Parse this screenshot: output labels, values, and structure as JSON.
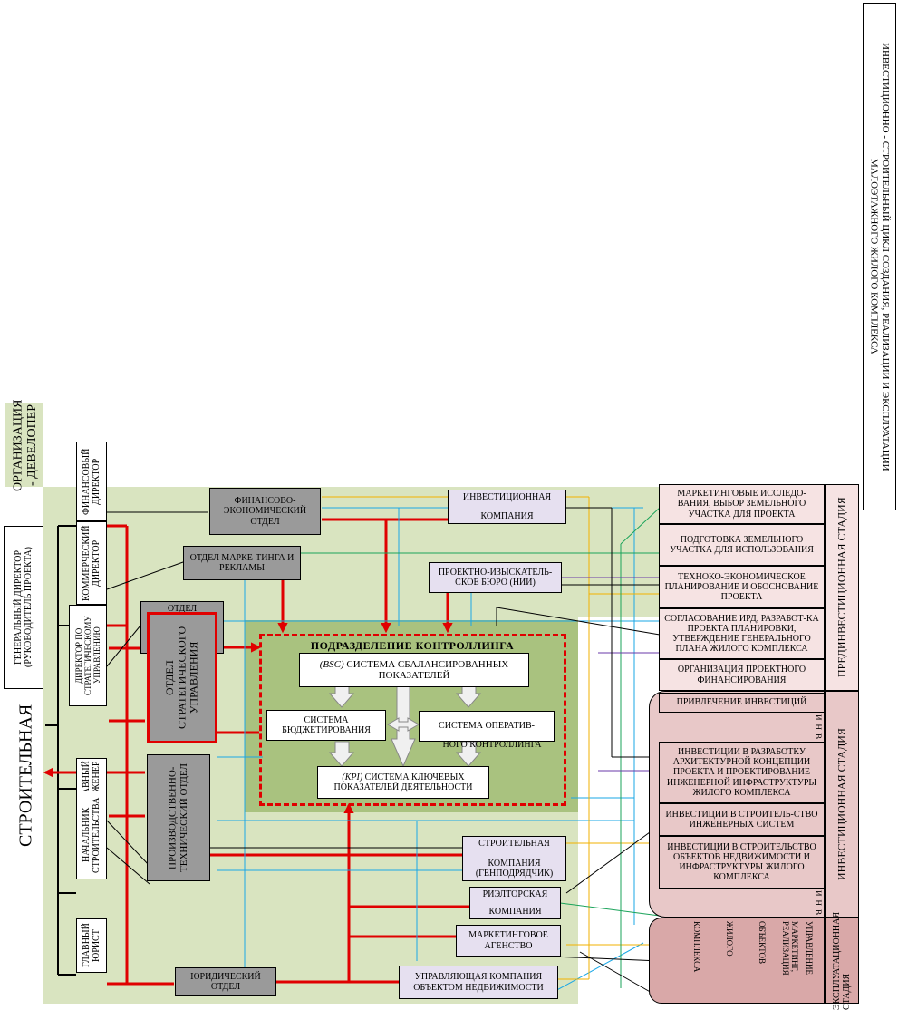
{
  "org": {
    "title": "ОРГАНИЗАЦИЯ - ДЕВЕЛОПЕР",
    "big_word": "СТРОИТЕЛЬНАЯ",
    "general_director": "ГЕНЕРАЛЬНЫЙ ДИРЕКТОР (РУКОВОДИТЕЛЬ ПРОЕКТА)",
    "financial_director": "ФИНАНСОВЫЙ ДИРЕКТОР",
    "commercial_director": "КОММЕРЧЕСКИЙ ДИРЕКТОР",
    "strategic_director": "ДИРЕКТОР ПО СТРАТЕГИЧЕСКОМУ УПРАВЛЕНИЮ",
    "chief_engineer": "ГЛАВНЫЙ ИНЖЕНЕР",
    "construction_head": "НАЧАЛЬНИК СТРОИТЕЛЬСТВА",
    "chief_lawyer": "ГЛАВНЫЙ ЮРИСТ"
  },
  "departments": {
    "fin_econ": "ФИНАНСОВО-ЭКОНОМИЧЕСКИЙ ОТДЕЛ",
    "marketing": "ОТДЕЛ МАРКЕ-ТИНГА И РЕКЛАМЫ",
    "dept_partial": "ОТДЕЛ",
    "strategic": "ОТДЕЛ СТРАТЕГИЧЕСКОГО УПРАВЛЕНИЯ",
    "production": "ПРОИЗВОДСТВЕННО-ТЕХНИЧЕСКИЙ ОТДЕЛ",
    "legal": "ЮРИДИЧЕСКИЙ ОТДЕЛ"
  },
  "controlling": {
    "title": "ПОДРАЗДЕЛЕНИЕ КОНТРОЛЛИНГА",
    "bsc_prefix": "(BSC)",
    "bsc": "СИСТЕМА СБАЛАНСИРОВАННЫХ ПОКАЗАТЕЛЕЙ",
    "budgeting": "СИСТЕМА БЮДЖЕТИРОВАНИЯ",
    "operative": "СИСТЕМА ОПЕРАТИВ-",
    "operative2": "НОГО КОНТРОЛЛИНГА",
    "kpi_prefix": "(KPI)",
    "kpi": "СИСТЕМА КЛЮЧЕВЫХ ПОКАЗАТЕЛЕЙ ДЕЯТЕЛЬНОСТИ"
  },
  "external": {
    "investment_company": "ИНВЕСТИЦИОННАЯ",
    "investment_company2": "КОМПАНИЯ",
    "design_bureau": "ПРОЕКТНО-ИЗЫСКАТЕЛЬ-СКОЕ БЮРО (НИИ)",
    "construction_company": "СТРОИТЕЛЬНАЯ",
    "construction_company2": "КОМПАНИЯ (ГЕНПОДРЯДЧИК)",
    "realtor": "РИЭЛТОРСКАЯ",
    "realtor2": "КОМПАНИЯ",
    "marketing_agency": "МАРКЕТИНГОВОЕ АГЕНСТВО",
    "management_company": "УПРАВЛЯЮЩАЯ КОМПАНИЯ ОБЪЕКТОМ НЕДВИЖИМОСТИ"
  },
  "stages": {
    "investment_project": "ИНВЕСТИЦИОННО - СТРОИТЕЛЬНЫЙ ЦИКЛ СОЗДАНИЯ, РЕАЛИЗАЦИИ И ЭКСПЛУАТАЦИИ МАЛОЭТАЖНОГО ЖИЛОГО КОМПЛЕКСА",
    "pre_investment": "ПРЕДИНВЕСТИЦИОННАЯ СТАДИЯ",
    "investment": "ИНВЕСТИЦИОННАЯ СТАДИЯ",
    "operational": "ЭКСПЛУАТАЦИОННАЯ СТАДИЯ",
    "pre_items": [
      "МАРКЕТИНГОВЫЕ ИССЛЕДО-ВАНИЯ, ВЫБОР ЗЕМЕЛЬНОГО УЧАСТКА ДЛЯ ПРОЕКТА",
      "ПОДГОТОВКА ЗЕМЕЛЬНОГО УЧАСТКА ДЛЯ ИСПОЛЬЗОВАНИЯ",
      "ТЕХНОКО-ЭКОНОМИЧЕСКОЕ ПЛАНИРОВАНИЕ И ОБОСНОВАНИЕ ПРОЕКТА",
      "СОГЛАСОВАНИЕ ИРД, РАЗРАБОТ-КА ПРОЕКТА ПЛАНИРОВКИ, УТВЕРЖДЕНИЕ ГЕНЕРАЛЬНОГО ПЛАНА ЖИЛОГО КОМПЛЕКСА",
      "ОРГАНИЗАЦИЯ ПРОЕКТНОГО ФИНАНСИРОВАНИЯ"
    ],
    "inv_items": [
      "ПРИВЛЕЧЕНИЕ ИНВЕСТИЦИЙ",
      "ИНВЕСТИЦИИ В РАЗРАБОТКУ АРХИТЕКТУРНОЙ КОНЦЕПЦИИ ПРОЕКТА И ПРОЕКТИРОВАНИЕ ИНЖЕНЕРНОЙ ИНФРАСТРУКТУРЫ ЖИЛОГО КОМПЛЕКСА",
      "ИНВЕСТИЦИИ В СТРОИТЕЛЬ-СТВО ИНЖЕНЕРНЫХ СИСТЕМ",
      "ИНВЕСТИЦИИ В СТРОИТЕЛЬСТВО ОБЪЕКТОВ НЕДВИЖИМОСТИ И ИНФРАСТРУКТУРЫ ЖИЛОГО КОМПЛЕКСА"
    ],
    "inv_vertical_1": "ИНВЕСТИЦИИ",
    "inv_vertical_2": "ИНВЕСТИЦИИ",
    "op_cols": [
      "УПРАВЛЕНИЕ",
      "МАРКЕТИНГ, РЕАЛИЗАЦИЯ",
      "ОБЪЕКТОВ",
      "ЖИЛОГО",
      "КОМПЛЕКСА"
    ]
  }
}
